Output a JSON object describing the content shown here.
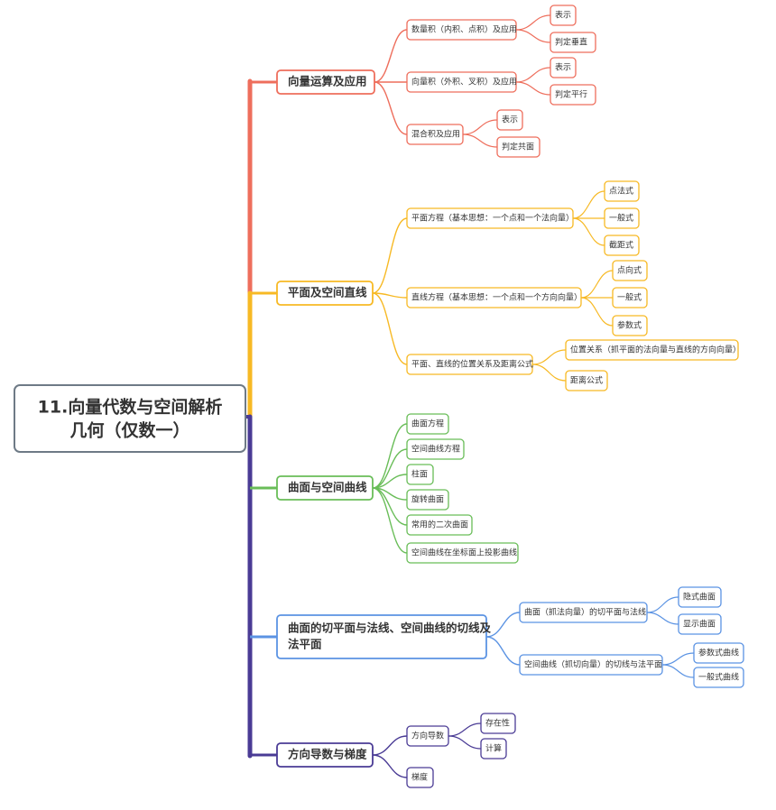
{
  "root": {
    "line1": "11.向量代数与空间解析",
    "line2": "几何（仅数一）"
  },
  "colors": {
    "root_border": "#6e7a86",
    "red": "#ee6e5c",
    "orange": "#f7b924",
    "green": "#69bd58",
    "blue": "#5b93e3",
    "purple": "#4a3b95",
    "text": "#333333"
  },
  "branches": [
    {
      "key": "vector",
      "label": "向量运算及应用",
      "color": "red",
      "children": [
        {
          "label": "数量积（内积、点积）及应用",
          "children": [
            "表示",
            "判定垂直"
          ]
        },
        {
          "label": "向量积（外积、叉积）及应用",
          "children": [
            "表示",
            "判定平行"
          ]
        },
        {
          "label": "混合积及应用",
          "children": [
            "表示",
            "判定共面"
          ]
        }
      ]
    },
    {
      "key": "plane",
      "label": "平面及空间直线",
      "color": "orange",
      "children": [
        {
          "label": "平面方程（基本思想：一个点和一个法向量）",
          "children": [
            "点法式",
            "一般式",
            "截距式"
          ]
        },
        {
          "label": "直线方程（基本思想：一个点和一个方向向量）",
          "children": [
            "点向式",
            "一般式",
            "参数式"
          ]
        },
        {
          "label": "平面、直线的位置关系及距离公式",
          "children": [
            "位置关系（抓平面的法向量与直线的方向向量）",
            "距离公式"
          ]
        }
      ]
    },
    {
      "key": "surface",
      "label": "曲面与空间曲线",
      "color": "green",
      "children": [
        {
          "label": "曲面方程",
          "children": []
        },
        {
          "label": "空间曲线方程",
          "children": []
        },
        {
          "label": "柱面",
          "children": []
        },
        {
          "label": "旋转曲面",
          "children": []
        },
        {
          "label": "常用的二次曲面",
          "children": []
        },
        {
          "label": "空间曲线在坐标面上投影曲线",
          "children": []
        }
      ]
    },
    {
      "key": "tangent",
      "label": "曲面的切平面与法线、空间曲线的切线及",
      "label2": "法平面",
      "color": "blue",
      "children": [
        {
          "label": "曲面（抓法向量）的切平面与法线",
          "children": [
            "隐式曲面",
            "显示曲面"
          ]
        },
        {
          "label": "空间曲线（抓切向量）的切线与法平面",
          "children": [
            "参数式曲线",
            "一般式曲线"
          ]
        }
      ]
    },
    {
      "key": "direction",
      "label": "方向导数与梯度",
      "color": "purple",
      "children": [
        {
          "label": "方向导数",
          "children": [
            "存在性",
            "计算"
          ]
        },
        {
          "label": "梯度",
          "children": []
        }
      ]
    }
  ]
}
